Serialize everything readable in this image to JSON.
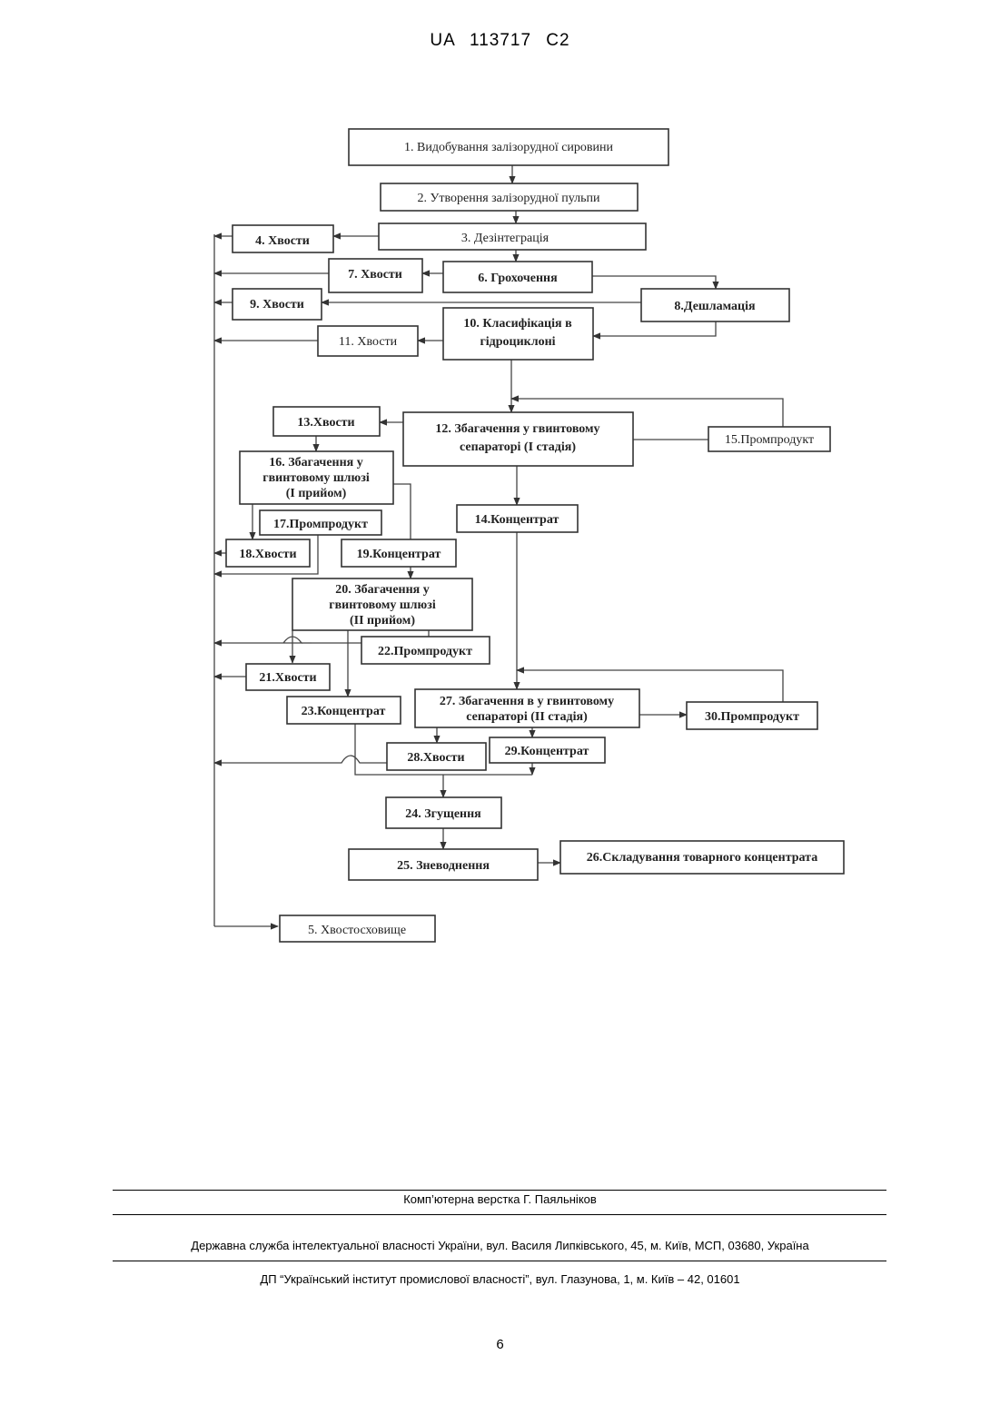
{
  "header": {
    "patent_number": "UA   113717   C2"
  },
  "diagram": {
    "nodes": {
      "n1": "1. Видобування  залізорудної сировини",
      "n2": "2. Утворення залізорудної пульпи",
      "n3": "3. Дезінтеграція",
      "n4": "4. Хвости",
      "n5": "5. Хвостосховище",
      "n6": "6. Грохочення",
      "n7": "7. Хвости",
      "n8": "8.Дешламація",
      "n9": "9. Хвости",
      "n10": [
        "10. Класифікація в",
        "гідроциклоні"
      ],
      "n11": "11. Хвости",
      "n12": [
        "12. Збагачення у гвинтовому",
        "сепараторі  (І стадія)"
      ],
      "n13": "13.Хвости",
      "n14": "14.Концентрат",
      "n15": "15.Промпродукт",
      "n16": [
        "16. Збагачення у",
        "гвинтовому шлюзі",
        "(І прийом)"
      ],
      "n17": "17.Промпродукт",
      "n18": "18.Хвости",
      "n19": "19.Концентрат",
      "n20": [
        "20. Збагачення у",
        "гвинтовому шлюзі",
        "(ІІ прийом)"
      ],
      "n21": "21.Хвости",
      "n22": "22.Промпродукт",
      "n23": "23.Концентрат",
      "n24": "24. Згущення",
      "n25": "25. Зневоднення",
      "n26": "26.Складування товарного концентрата",
      "n27": [
        "27. Збагачення в у гвинтовому",
        "сепараторі (ІІ стадія)"
      ],
      "n28": "28.Хвости",
      "n29": "29.Концентрат",
      "n30": "30.Промпродукт"
    }
  },
  "footer": {
    "layout_credit": "Комп’ютерна верстка Г. Паяльніков",
    "agency": "Державна служба інтелектуальної власності України, вул. Василя Липківського, 45, м. Київ, МСП, 03680, Україна",
    "institute": "ДП “Український інститут промислової власності”, вул. Глазунова, 1, м. Київ – 42, 01601",
    "page_number": "6"
  }
}
